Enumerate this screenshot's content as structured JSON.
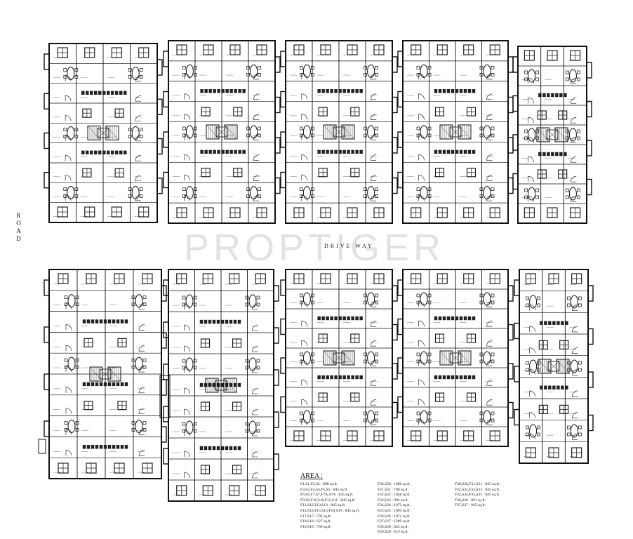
{
  "watermark": "PROPTIGER",
  "road_label": "ROAD",
  "driveway_label": "DRIVE WAY",
  "area_legend": {
    "title": "AREA :",
    "columns": [
      [
        "F1,S1,F2,S2 : 890 sq.ft.",
        "F3,S3,F4,S4,F5,S5 : 845 sq.ft.",
        "F6,S6,F7,S7,F7A,S7A : 845 sq.ft.",
        "F9,S9,F10,S10,F11,S11 : 845 sq.ft.",
        "F12,S12,F13,S13 : 845 sq.ft.",
        "F14,S14,F15,S15,F16,S16 : 845 sq.ft.",
        "F17,S17 : 795 sq.ft.",
        "F18,S18 : 627 sq.ft.",
        "F19,S19 : 769 sq.ft."
      ],
      [
        "F20,S20 : 1090 sq.ft.",
        "F21,S21 : 700 sq.ft.",
        "F22,S22 : 1048 sq.ft.",
        "F23,S23 : 994 sq.ft.",
        "F24,S24 : 1072 sq.ft.",
        "F25,S25 : 1095 sq.ft.",
        "F26,S26 : 1072 sq.ft.",
        "F27,S27 : 1209 sq.ft.",
        "F28,S28 : 845 sq.ft.",
        "F29,S29 : 819 sq.ft."
      ],
      [
        "F30,S30,F31,S31 : 845 sq.ft.",
        "F32,S32,F33,S33 : 845 sq.ft.",
        "F34,S34,F35,S35 : 845 sq.ft.",
        "F36,S36 : 991 sq.ft.",
        "F37,S37 : 945 sq.ft."
      ]
    ]
  }
}
